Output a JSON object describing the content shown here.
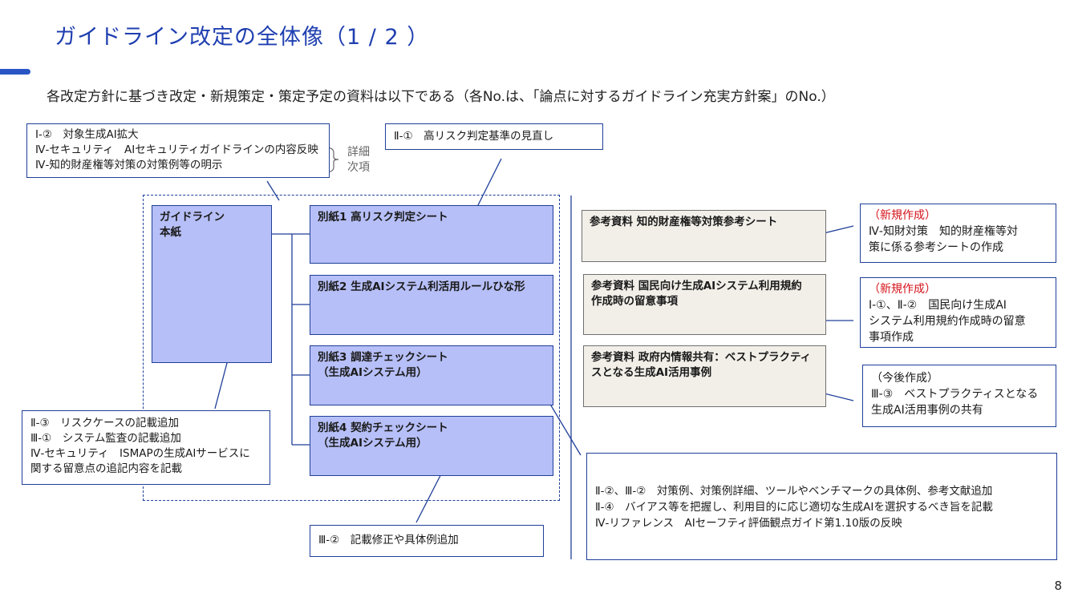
{
  "title": "ガイドライン改定の全体像（1 / 2 ）",
  "subtitle": "各改定方針に基づき改定・新規策定・策定予定の資料は以下である（各No.は、「論点に対するガイドライン充実方針案」のNo.）",
  "page_number": "8",
  "detail_note": [
    "詳細",
    "次項"
  ],
  "callouts": {
    "top_left": [
      "Ⅰ-②　対象生成AI拡大",
      "Ⅳ-セキュリティ　AIセキュリティガイドラインの内容反映",
      "Ⅳ-知的財産権等対策の対策例等の明示"
    ],
    "top_mid": [
      "Ⅱ-①　高リスク判定基準の見直し"
    ],
    "bottom_left": [
      "Ⅱ-③　リスクケースの記載追加",
      "Ⅲ-①　システム監査の記載追加",
      "Ⅳ-セキュリティ　ISMAPの生成AIサービスに",
      "関する留意点の追記内容を記載"
    ],
    "bottom_mid": [
      "Ⅲ-②　記載修正や具体例追加"
    ],
    "bottom_right": [
      "Ⅱ-②、Ⅲ-②　対策例、対策例詳細、ツールやベンチマークの具体例、参考文献追加",
      "Ⅱ-④　バイアス等を把握し、利用目的に応じ適切な生成AIを選択するべき旨を記載",
      "Ⅳ-リファレンス　AIセーフティ評価観点ガイド第1.10版の反映"
    ],
    "right_1": {
      "tag": "（新規作成）",
      "lines": [
        "Ⅳ-知財対策　知的財産権等対",
        "策に係る参考シートの作成"
      ]
    },
    "right_2": {
      "tag": "（新規作成）",
      "lines": [
        "Ⅰ-①、Ⅱ-②　国民向け生成AI",
        "システム利用規約作成時の留意",
        "事項作成"
      ]
    },
    "right_3": {
      "tag": "（今後作成）",
      "lines": [
        "Ⅲ-③　ベストプラクティスとなる",
        "生成AI活用事例の共有"
      ]
    }
  },
  "main_doc": [
    "ガイドライン",
    "本紙"
  ],
  "attachments": [
    [
      "別紙1 高リスク判定シート"
    ],
    [
      "別紙2 生成AIシステム利活用ルールひな形"
    ],
    [
      "別紙3 調達チェックシート",
      "（生成AIシステム用）"
    ],
    [
      "別紙4 契約チェックシート",
      "（生成AIシステム用）"
    ]
  ],
  "references": [
    [
      "参考資料 知的財産権等対策参考シート"
    ],
    [
      "参考資料 国民向け生成AIシステム利用規約",
      "作成時の留意事項"
    ],
    [
      "参考資料 政府内情報共有：ベストプラクティ",
      "スとなる生成AI活用事例"
    ]
  ],
  "colors": {
    "title": "#1f3fb0",
    "accent_bar": "#2a55c5",
    "box_border": "#1f3f99",
    "attachment_fill": "#b6bff7",
    "reference_fill": "#f2efe9",
    "new_tag": "#d4131b"
  }
}
